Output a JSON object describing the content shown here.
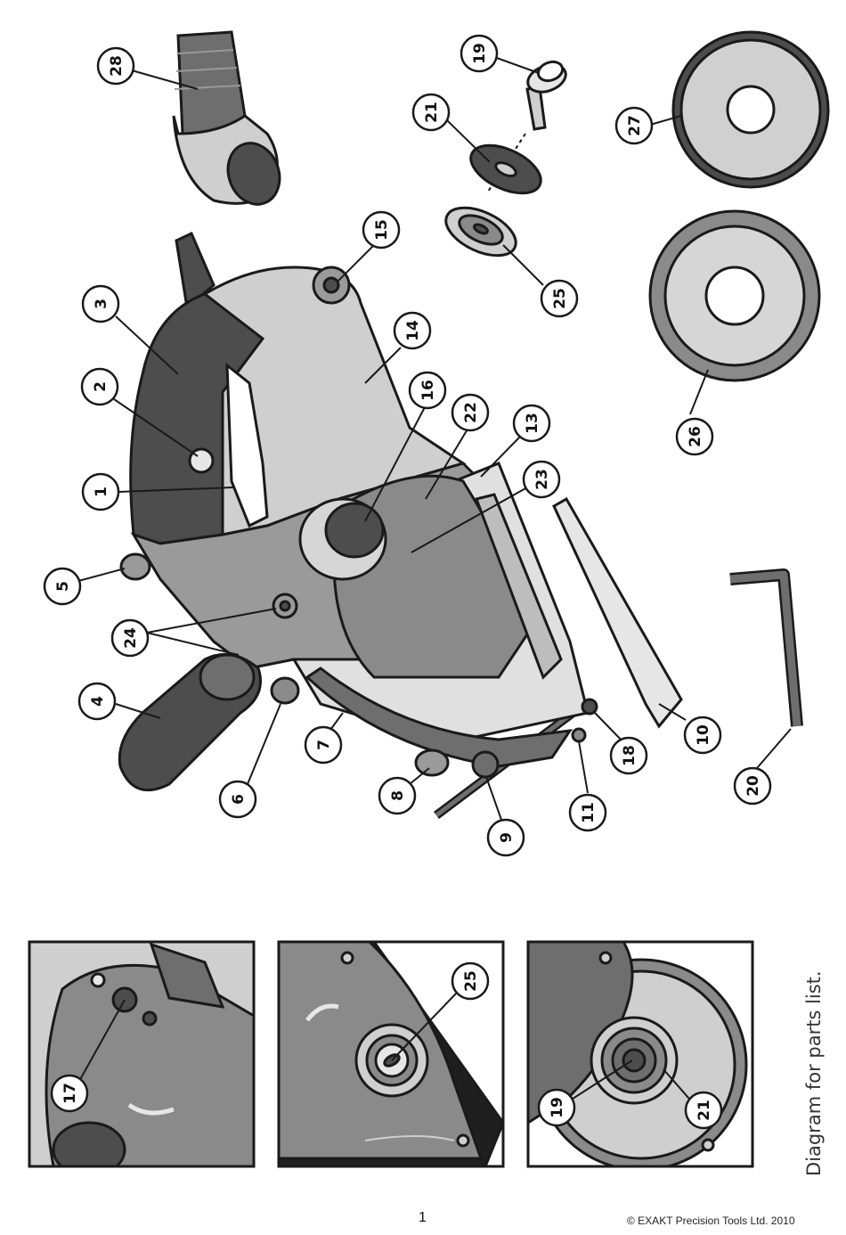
{
  "caption": "Diagram for parts list.",
  "page_number": "1",
  "copyright": "© EXAKT Precision Tools Ltd. 2010",
  "main_callouts": [
    "28",
    "19",
    "21",
    "27",
    "25",
    "15",
    "3",
    "14",
    "2",
    "16",
    "22",
    "13",
    "26",
    "1",
    "23",
    "5",
    "24",
    "4",
    "7",
    "10",
    "6",
    "18",
    "8",
    "20",
    "11",
    "9"
  ],
  "inset_1": {
    "callouts": [
      "17"
    ]
  },
  "inset_2": {
    "callouts": [
      "25"
    ]
  },
  "inset_3": {
    "callouts": [
      "19",
      "21"
    ]
  },
  "colors": {
    "dark": "#4d4d4d",
    "mid": "#8a8a8a",
    "light": "#cfcfcf",
    "pale": "#e6e6e6",
    "outline": "#1a1a1a"
  }
}
